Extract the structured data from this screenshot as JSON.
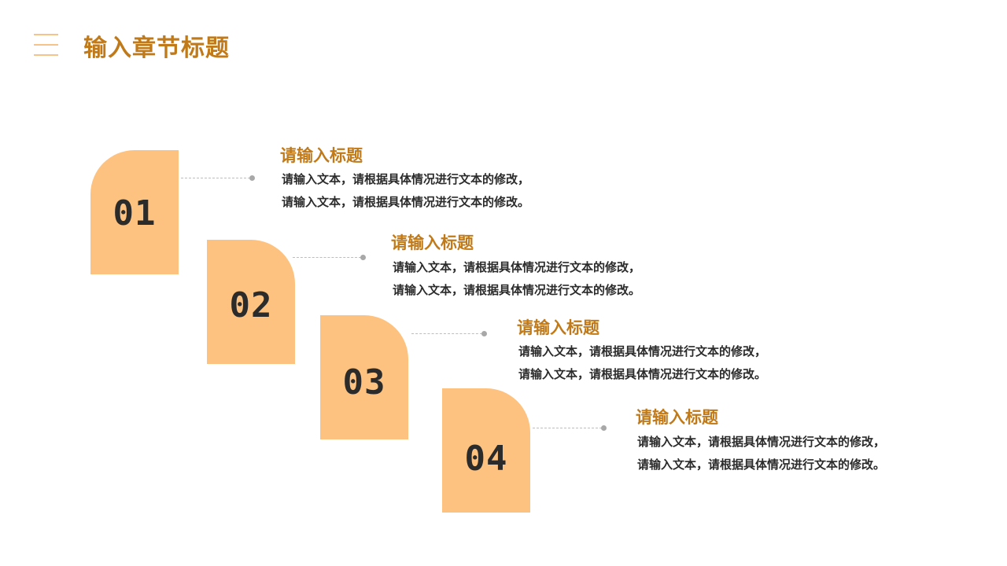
{
  "header": {
    "title": "输入章节标题"
  },
  "colors": {
    "accent": "#c07a1a",
    "card": "#fdc27f",
    "menu_icon": "#f6c48a",
    "text": "#2b2b2b"
  },
  "items": [
    {
      "number": "01",
      "heading": "请输入标题",
      "lines": [
        "请输入文本，请根据具体情况进行文本的修改，",
        "请输入文本，请根据具体情况进行文本的修改。"
      ]
    },
    {
      "number": "02",
      "heading": "请输入标题",
      "lines": [
        "请输入文本，请根据具体情况进行文本的修改，",
        "请输入文本，请根据具体情况进行文本的修改。"
      ]
    },
    {
      "number": "03",
      "heading": "请输入标题",
      "lines": [
        "请输入文本，请根据具体情况进行文本的修改，",
        "请输入文本，请根据具体情况进行文本的修改。"
      ]
    },
    {
      "number": "04",
      "heading": "请输入标题",
      "lines": [
        "请输入文本，请根据具体情况进行文本的修改，",
        "请输入文本，请根据具体情况进行文本的修改。"
      ]
    }
  ]
}
